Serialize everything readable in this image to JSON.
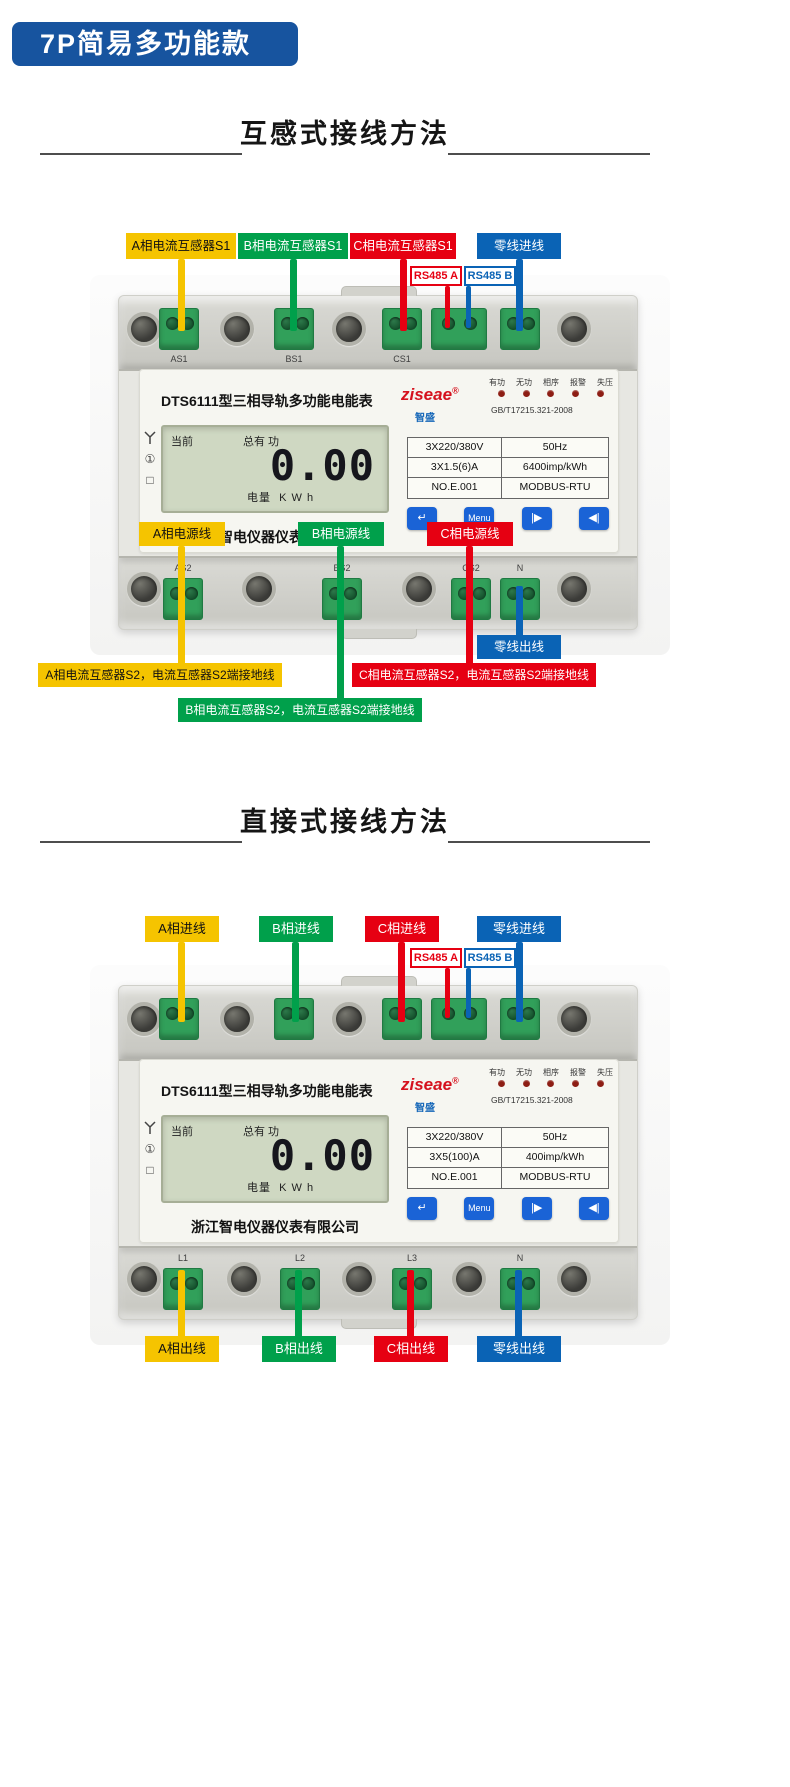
{
  "header": {
    "badge": "7P简易多功能款"
  },
  "colors": {
    "yellow": "#f5c400",
    "green": "#00a04b",
    "red": "#e60012",
    "blue": "#0a63b5",
    "header_blue": "#17549f"
  },
  "section_ct": {
    "title": "互感式接线方法",
    "top_labels": [
      "A相电流互感器S1",
      "B相电流互感器S1",
      "C相电流互感器S1",
      "零线进线"
    ],
    "rs485_a": "RS485 A",
    "rs485_b": "RS485 B",
    "mid_labels": [
      "A相电源线",
      "B相电源线",
      "C相电源线"
    ],
    "neutral_out": "零线出线",
    "bottom_labels": {
      "a": "A相电流互感器S2，电流互感器S2端接地线",
      "c": "C相电流互感器S2，电流互感器S2端接地线",
      "b": "B相电流互感器S2，电流互感器S2端接地线"
    }
  },
  "section_direct": {
    "title": "直接式接线方法",
    "top_labels": [
      "A相进线",
      "B相进线",
      "C相进线",
      "零线进线"
    ],
    "rs485_a": "RS485 A",
    "rs485_b": "RS485 B",
    "bottom_labels": [
      "A相出线",
      "B相出线",
      "C相出线",
      "零线出线"
    ]
  },
  "meter1": {
    "title": "DTS6111型三相导轨多功能电能表",
    "brand": "ziseae",
    "brand_reg": "®",
    "brand_cn": "智盛",
    "indicators": [
      "有功",
      "无功",
      "相序",
      "报警",
      "失压"
    ],
    "standard": "GB/T17215.321-2008",
    "side_icons": [
      "①",
      "□"
    ],
    "lcd": {
      "mode": "当前",
      "kind": "总有 功",
      "value": "0.00",
      "units": "电量  K W h"
    },
    "specs": [
      [
        "3X220/380V",
        "50Hz"
      ],
      [
        "3X1.5(6)A",
        "6400imp/kWh"
      ],
      [
        "NO.E.001",
        "MODBUS-RTU"
      ]
    ],
    "company": "浙江智电仪器仪表有限公司",
    "buttons": [
      "↵",
      "Menu",
      "|▶",
      "◀|"
    ],
    "top_terminals": [
      "AS1",
      "BS1",
      "CS1"
    ],
    "bottom_terminals": [
      "AS2",
      "BS2",
      "CS2",
      "N"
    ]
  },
  "meter2": {
    "title": "DTS6111型三相导轨多功能电能表",
    "brand": "ziseae",
    "brand_reg": "®",
    "brand_cn": "智盛",
    "indicators": [
      "有功",
      "无功",
      "相序",
      "报警",
      "失压"
    ],
    "standard": "GB/T17215.321-2008",
    "side_icons": [
      "①",
      "□"
    ],
    "lcd": {
      "mode": "当前",
      "kind": "总有 功",
      "value": "0.00",
      "units": "电量  K W h"
    },
    "specs": [
      [
        "3X220/380V",
        "50Hz"
      ],
      [
        "3X5(100)A",
        "400imp/kWh"
      ],
      [
        "NO.E.001",
        "MODBUS-RTU"
      ]
    ],
    "company": "浙江智电仪器仪表有限公司",
    "buttons": [
      "↵",
      "Menu",
      "|▶",
      "◀|"
    ],
    "top_terminals": [
      "",
      "",
      ""
    ],
    "bottom_terminals": [
      "L1",
      "L2",
      "L3",
      "N"
    ]
  }
}
